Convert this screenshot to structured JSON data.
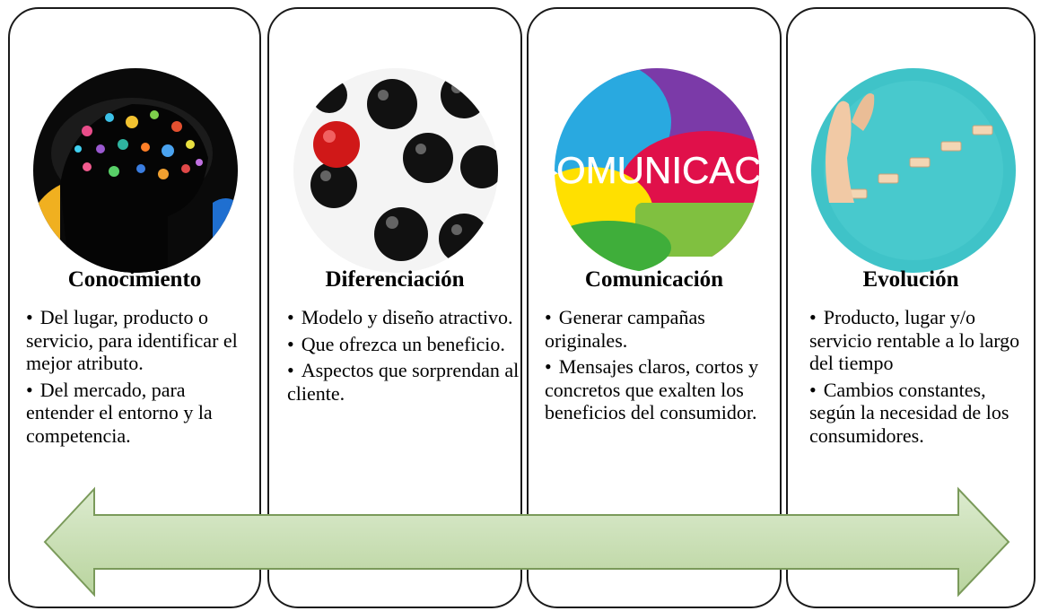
{
  "panels": [
    {
      "title": "Conocimiento",
      "image_icon": "brain-network-icon",
      "bullets": [
        "Del lugar, producto o servicio, para identificar el mejor atributo.",
        "Del mercado, para entender el entorno y la competencia."
      ]
    },
    {
      "title": "Diferenciación",
      "image_icon": "red-ball-among-black-balls-icon",
      "bullets": [
        "Modelo y diseño atractivo.",
        "Que ofrezca un beneficio.",
        "Aspectos que sorprendan al cliente."
      ]
    },
    {
      "title": "Comunicación",
      "image_icon": "colorful-speech-bubbles-icon",
      "image_text": "OMUNICACI",
      "bullets": [
        "Generar campañas originales.",
        "Mensajes claros, cortos y concretos que exalten los beneficios del consumidor."
      ]
    },
    {
      "title": "Evolución",
      "image_icon": "hand-climbing-steps-icon",
      "bullets": [
        "Producto, lugar y/o servicio rentable a lo largo del tiempo",
        "Cambios constantes, según la necesidad de los consumidores."
      ]
    }
  ],
  "colors": {
    "arrow_fill": "#c9e0b4",
    "arrow_stroke": "#7a9a5a",
    "panel_border": "#1a1a1a"
  }
}
